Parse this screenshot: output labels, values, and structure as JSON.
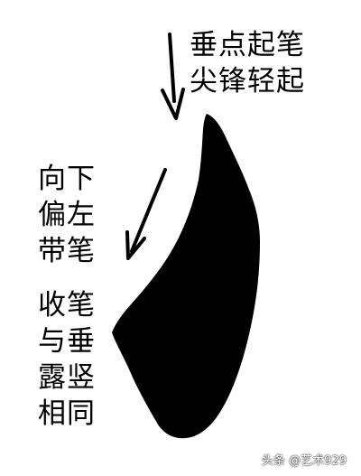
{
  "labels": {
    "top": [
      "垂点起笔",
      "尖锋轻起"
    ],
    "middle": [
      "向下",
      "偏左",
      "带笔"
    ],
    "bottom": [
      "收笔",
      "与垂",
      "露竖",
      "相同"
    ]
  },
  "watermark": "头条 @艺术929",
  "colors": {
    "background": "#ffffff",
    "ink": "#000000"
  }
}
